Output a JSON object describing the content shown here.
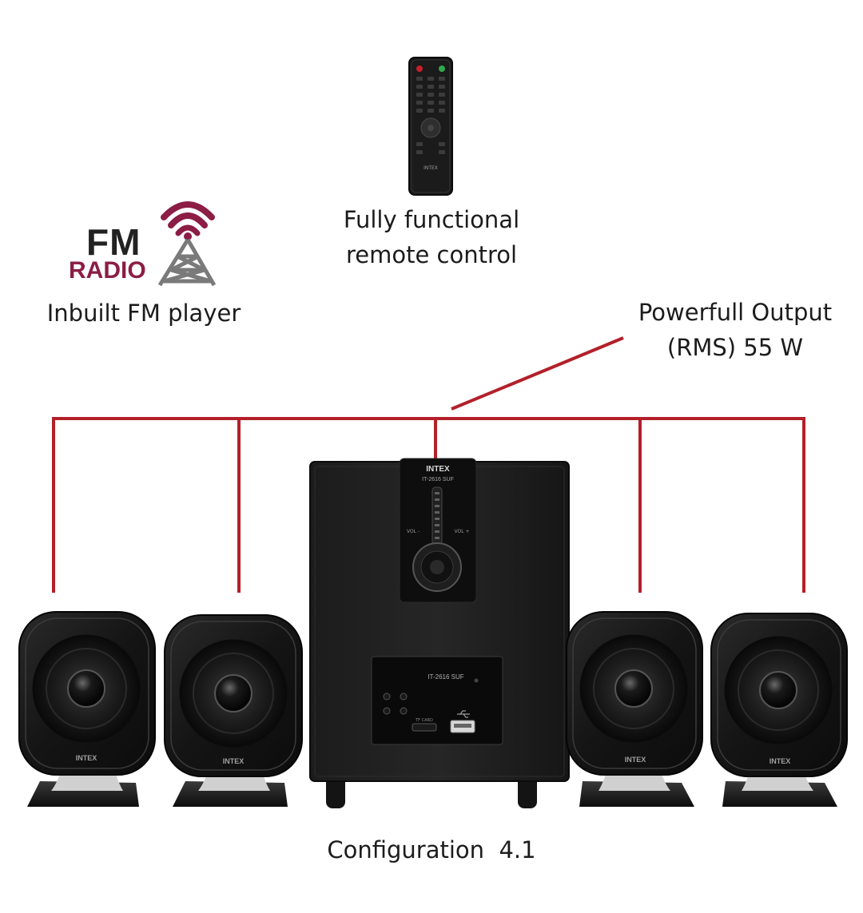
{
  "captions": {
    "remote_line1": "Fully functional",
    "remote_line2": "remote control",
    "fm_player": "Inbuilt FM player",
    "power_line1": "Powerfull Output",
    "power_line2": "(RMS) 55 W",
    "configuration": "Configuration  4.1"
  },
  "fm_logo": {
    "fm": "FM",
    "radio": "RADIO"
  },
  "product_labels": {
    "brand": "INTEX",
    "model": "IT-2616 SUF",
    "vol_minus": "VOL -",
    "vol_plus": "VOL +",
    "tf_card": "TF CARD"
  },
  "colors": {
    "connector_line": "#b3202a",
    "fm_accent": "#8c1d44",
    "speaker_body": "#141414",
    "caption_text": "#1c1c1c"
  },
  "icons": {
    "fm_tower": "radio-tower-icon",
    "usb": "usb-icon"
  }
}
